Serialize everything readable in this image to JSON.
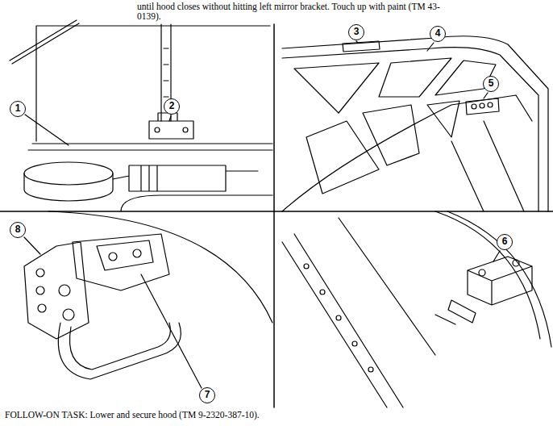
{
  "diagram": {
    "labels": [
      "until hood closes without hitting left mirror bracket. Touch up with paint (TM 43-0139).",
      "1",
      "2",
      "3",
      "4",
      "5",
      "6",
      "7",
      "8",
      "FOLLOW-ON TASK: Lower and secure hood (TM 9-2320-387-10)."
    ]
  }
}
